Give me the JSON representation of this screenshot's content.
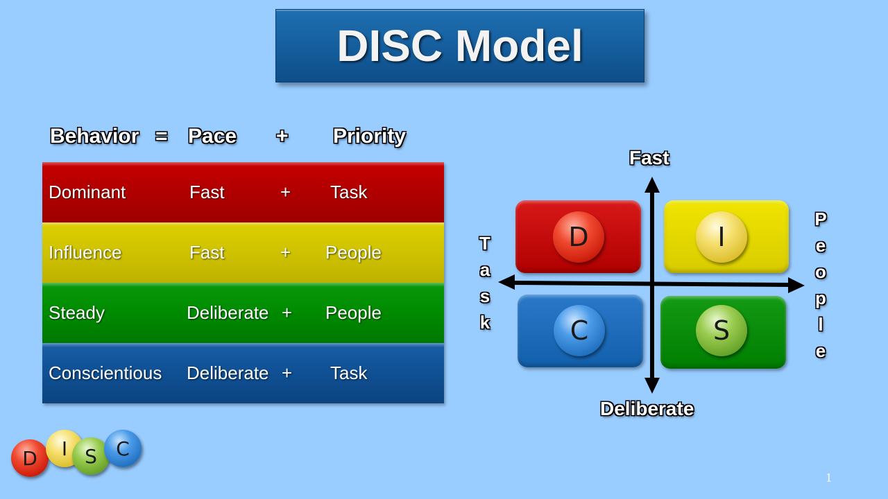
{
  "title": "DISC Model",
  "formula": {
    "behavior": "Behavior",
    "equals": "=",
    "pace": "Pace",
    "plus": "+",
    "priority": "Priority"
  },
  "rows": [
    {
      "style": "Dominant",
      "pace": "Fast",
      "plus": "+",
      "priority": "Task",
      "color": "#b00000"
    },
    {
      "style": "Influence",
      "pace": "Fast",
      "plus": "+",
      "priority": "People",
      "color": "#cfc200"
    },
    {
      "style": "Steady",
      "pace": "Deliberate",
      "plus": "+",
      "priority": "People",
      "color": "#008a00"
    },
    {
      "style": "Conscientious",
      "pace": "Deliberate",
      "plus": "+",
      "priority": "Task",
      "color": "#0f4f93"
    }
  ],
  "quadrant": {
    "top_label": "Fast",
    "bottom_label": "Deliberate",
    "left_label": "Task",
    "right_label": "People",
    "cells": [
      {
        "letter": "D",
        "color": "#c00000"
      },
      {
        "letter": "I",
        "color": "#e0d400"
      },
      {
        "letter": "C",
        "color": "#1a6cbc"
      },
      {
        "letter": "S",
        "color": "#0a8a0a"
      }
    ]
  },
  "logo": {
    "letters": [
      "D",
      "I",
      "S",
      "C"
    ]
  },
  "page_number": "1"
}
